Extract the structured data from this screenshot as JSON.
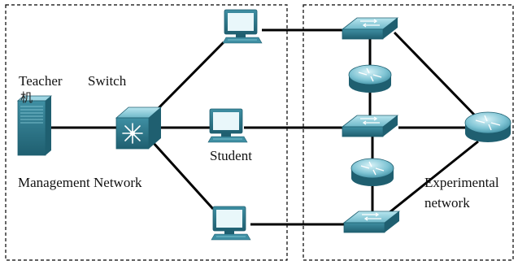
{
  "labels": {
    "teacher": "Teacher",
    "switch": "Switch",
    "teacher_glyph": "机",
    "student": "Student",
    "management_network": "Management Network",
    "experimental_line1": "Experimental",
    "experimental_line2": "network"
  },
  "icons": {
    "teacher_server": "server-icon",
    "core_switch": "multilayer-switch-icon",
    "student_pc": "pc-icon",
    "lab_switch": "switch-icon",
    "lab_router": "router-icon"
  },
  "colors": {
    "device_teal": "#3f8fa3",
    "device_light": "#8fd0de",
    "device_dark": "#1f5f70",
    "link": "#000000",
    "boundary": "#000000"
  }
}
